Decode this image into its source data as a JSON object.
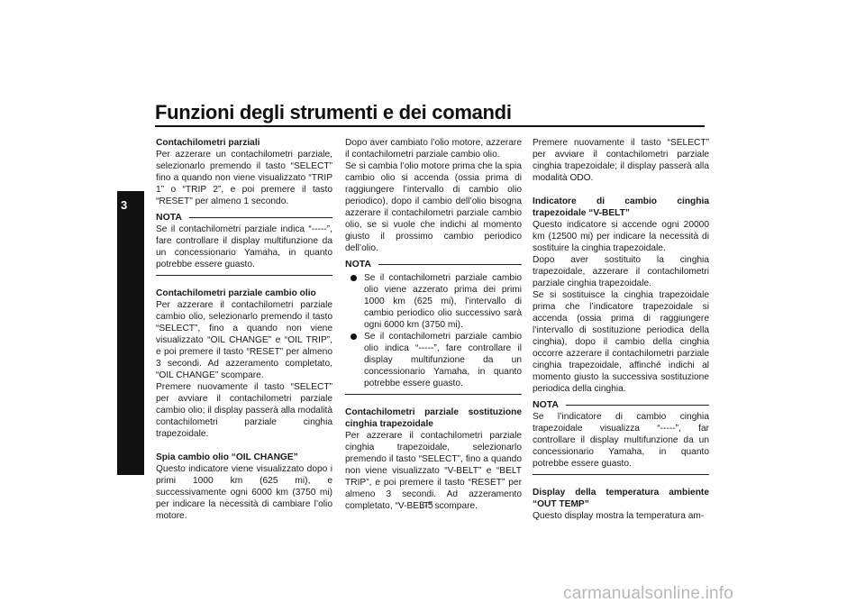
{
  "header": {
    "title": "Funzioni degli strumenti e dei comandi",
    "chapter": "3",
    "page_number": "3-5"
  },
  "col1": {
    "s1_title": "Contachilometri parziali",
    "s1_body": "Per azzerare un contachilometri parziale, selezionarlo premendo il tasto “SELECT” fino a quando non viene visualizzato “TRIP 1” o “TRIP 2”, e poi premere il tasto “RESET” per almeno 1 secondo.",
    "nota_label": "NOTA",
    "nota_text": "Se il contachilometri parziale indica “-----”, fare controllare il display multifunzione da un concessionario Yamaha, in quanto potrebbe essere guasto.",
    "s2_title": "Contachilometri parziale cambio olio",
    "s2_body1": "Per azzerare il contachilometri parziale cambio olio, selezionarlo premendo il tasto “SELECT”, fino a quando non viene visualizzato “OIL CHANGE” e “OIL TRIP”, e poi premere il tasto “RESET” per almeno 3 secondi. Ad azzeramento completato, “OIL CHANGE” scompare.",
    "s2_body2": "Premere nuovamente il tasto “SELECT” per avviare il contachilometri parziale cambio olio; il display passerà alla modalità contachilometri parziale cinghia trapezoidale.",
    "s3_title": "Spia cambio olio “OIL CHANGE”",
    "s3_body": "Questo indicatore viene visualizzato dopo i primi 1000 km (625 mi), e successivamente ogni 6000 km (3750 mi) per indicare la necessità di cambiare l’olio motore."
  },
  "col2": {
    "p1": "Dopo aver cambiato l’olio motore, azzerare il contachilometri parziale cambio olio.",
    "p2": "Se si cambia l’olio motore prima che la spia cambio olio si accenda (ossia prima di raggiungere l’intervallo di cambio olio periodico), dopo il cambio dell’olio bisogna azzerare il contachilometri parziale cambio olio, se si vuole che indichi al momento giusto il prossimo cambio periodico dell’olio.",
    "nota_label": "NOTA",
    "nota_items": [
      "Se il contachilometri parziale cambio olio viene azzerato prima dei primi 1000 km (625 mi), l’intervallo di cambio periodico olio successivo sarà ogni 6000 km (3750 mi).",
      "Se il contachilometri parziale cambio olio indica “-----”, fare controllare il display multifunzione da un concessionario Yamaha, in quanto potrebbe essere guasto."
    ],
    "s4_title": "Contachilometri parziale sostituzione cinghia trapezoidale",
    "s4_body": "Per azzerare il contachilometri parziale cinghia trapezoidale, selezionarlo premendo il tasto “SELECT”, fino a quando non viene visualizzato “V-BELT” e “BELT TRIP”, e poi premere il tasto “RESET” per almeno 3 secondi. Ad azzeramento completato, “V-BELT” scompare."
  },
  "col3": {
    "p1": "Premere nuovamente il tasto “SELECT” per avviare il contachilometri parziale cinghia trapezoidale; il display passerà alla modalità ODO.",
    "s5_title": "Indicatore di cambio cinghia trapezoidale “V-BELT”",
    "s5_body1": "Questo indicatore si accende ogni 20000 km (12500 mi) per indicare la necessità di sostituire la cinghia trapezoidale.",
    "s5_body2": "Dopo aver sostituito la cinghia trapezoidale, azzerare il contachilometri parziale cinghia trapezoidale.",
    "s5_body3": "Se si sostituisce la cinghia trapezoidale prima che l’indicatore trapezoidale si accenda (ossia prima di raggiungere l’intervallo di sostituzione periodica della cinghia), dopo il cambio della cinghia occorre azzerare il contachilometri parziale cinghia trapezoidale, affinché indichi al momento giusto la successiva sostituzione periodica della cinghia.",
    "nota_label": "NOTA",
    "nota_text": "Se l’indicatore di cambio cinghia trapezoidale visualizza “-----”, far controllare il display multifunzione da un concessionario Yamaha, in quanto potrebbe essere guasto.",
    "s6_title": "Display della temperatura ambiente “OUT TEMP”",
    "s6_body": "Questo display mostra la temperatura am-"
  },
  "watermark": "carmanualsonline.info"
}
